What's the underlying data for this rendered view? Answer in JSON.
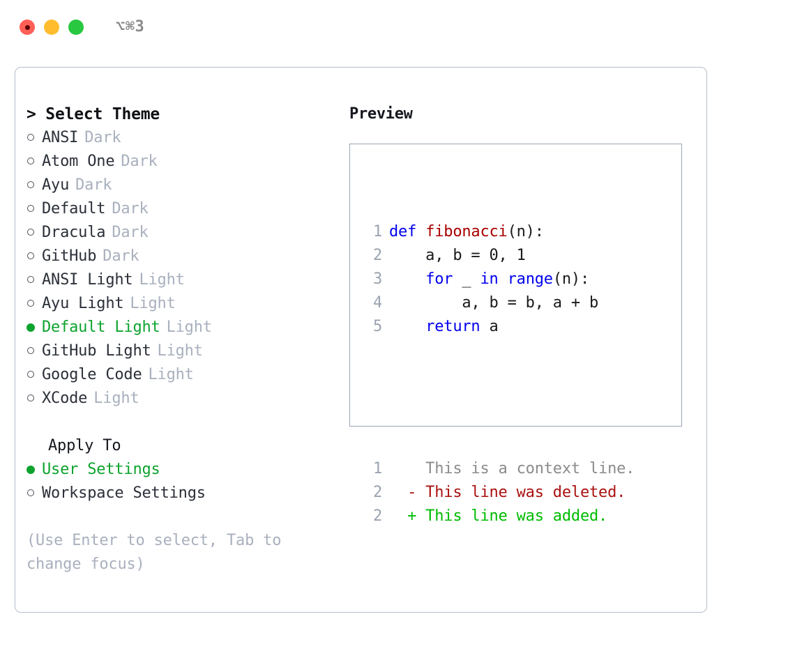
{
  "titlebar": {
    "shortcut": "⌥⌘3",
    "lights": [
      {
        "name": "close",
        "color": "#ff5f57"
      },
      {
        "name": "minimize",
        "color": "#ffbd2e"
      },
      {
        "name": "maximize",
        "color": "#28c840"
      }
    ]
  },
  "theme_list": {
    "header": "> Select Theme",
    "items": [
      {
        "name": "ANSI",
        "tag": "Dark",
        "selected": false
      },
      {
        "name": "Atom One",
        "tag": "Dark",
        "selected": false
      },
      {
        "name": "Ayu",
        "tag": "Dark",
        "selected": false
      },
      {
        "name": "Default",
        "tag": "Dark",
        "selected": false
      },
      {
        "name": "Dracula",
        "tag": "Dark",
        "selected": false
      },
      {
        "name": "GitHub",
        "tag": "Dark",
        "selected": false
      },
      {
        "name": "ANSI Light",
        "tag": "Light",
        "selected": false
      },
      {
        "name": "Ayu Light",
        "tag": "Light",
        "selected": false
      },
      {
        "name": "Default Light",
        "tag": "Light",
        "selected": true
      },
      {
        "name": "GitHub Light",
        "tag": "Light",
        "selected": false
      },
      {
        "name": "Google Code",
        "tag": "Light",
        "selected": false
      },
      {
        "name": "XCode",
        "tag": "Light",
        "selected": false
      }
    ]
  },
  "apply_to": {
    "header": "Apply To",
    "items": [
      {
        "name": "User Settings",
        "selected": true
      },
      {
        "name": "Workspace Settings",
        "selected": false
      }
    ]
  },
  "hint": "(Use Enter to select, Tab to change focus)",
  "preview": {
    "header": "Preview",
    "code_lines": [
      {
        "num": "1",
        "segments": [
          {
            "text": "def ",
            "style": "kw"
          },
          {
            "text": "fibonacci",
            "style": "fn"
          },
          {
            "text": "(n):",
            "style": "plain"
          }
        ]
      },
      {
        "num": "2",
        "segments": [
          {
            "text": "    a, b = 0, 1",
            "style": "plain"
          }
        ]
      },
      {
        "num": "3",
        "segments": [
          {
            "text": "    ",
            "style": "plain"
          },
          {
            "text": "for",
            "style": "kw"
          },
          {
            "text": " _ ",
            "style": "plain"
          },
          {
            "text": "in",
            "style": "kw"
          },
          {
            "text": " ",
            "style": "plain"
          },
          {
            "text": "range",
            "style": "kw"
          },
          {
            "text": "(n):",
            "style": "plain"
          }
        ]
      },
      {
        "num": "4",
        "segments": [
          {
            "text": "        a, b = b, a + b",
            "style": "plain"
          }
        ]
      },
      {
        "num": "5",
        "segments": [
          {
            "text": "    ",
            "style": "plain"
          },
          {
            "text": "return",
            "style": "kw"
          },
          {
            "text": " a",
            "style": "plain"
          }
        ]
      }
    ],
    "diff_lines": [
      {
        "num": "1",
        "marker": " ",
        "text": "This is a context line.",
        "kind": "context"
      },
      {
        "num": "2",
        "marker": "-",
        "text": "This line was deleted.",
        "kind": "deleted"
      },
      {
        "num": "2",
        "marker": "+",
        "text": "This line was added.",
        "kind": "added"
      }
    ]
  },
  "colors": {
    "accent_green": "#0da32e",
    "muted_gray": "#a9b0bd",
    "keyword_blue": "#0000ee",
    "function_red": "#aa0000",
    "diff_deleted": "#aa1111",
    "diff_added": "#00bb00",
    "border": "#b5bdc9"
  }
}
